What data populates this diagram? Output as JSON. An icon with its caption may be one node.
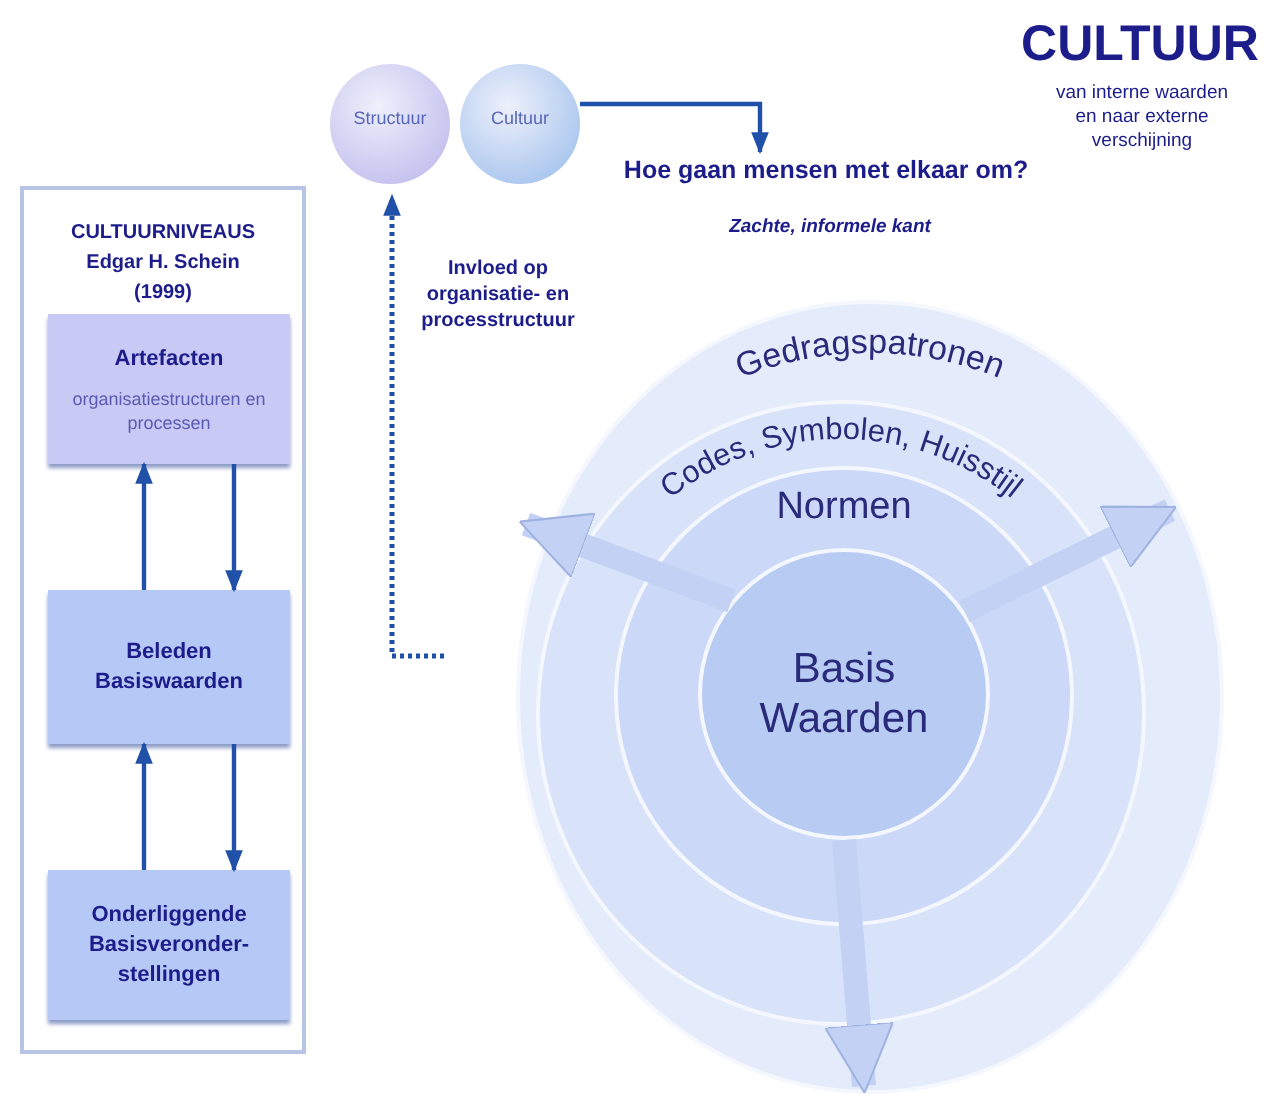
{
  "diagram": {
    "title": "CULTUUR",
    "nodes": [
      {
        "text": [
          "CULTUURNIVEAUS Edgar H. Schein (1999)"
        ]
      },
      {
        "text": [
          "Artefacten",
          "organisatiestructuren en processen"
        ],
        "in": 0
      },
      {
        "text": [
          "Beleden Basiswaarden"
        ],
        "in": 0
      },
      {
        "text": [
          "Onderliggende Basisveronder- stellingen"
        ],
        "in": 0
      },
      {
        "text": [
          "Structuur"
        ]
      },
      {
        "text": [
          "Cultuur"
        ]
      },
      {
        "text": [
          "Hoe gaan mensen met elkaar om?"
        ]
      },
      {
        "text": [
          "Gedragspatronen"
        ]
      },
      {
        "text": [
          "Codes, Symbolen, Huisstijl"
        ],
        "in": 7
      },
      {
        "text": [
          "Normen"
        ],
        "in": 8
      },
      {
        "text": [
          "Basis Waarden"
        ],
        "in": 9
      }
    ],
    "edges": [
      {
        "from": 2,
        "to": 1,
        "arrow": "to"
      },
      {
        "from": 1,
        "to": 2,
        "arrow": "to"
      },
      {
        "from": 3,
        "to": 2,
        "arrow": "to"
      },
      {
        "from": 2,
        "to": 3,
        "arrow": "to"
      },
      {
        "from": 5,
        "to": 6,
        "arrow": "to"
      },
      {
        "from": null,
        "to": 4,
        "arrow": "to",
        "style": "dashed",
        "label": "Invloed op organisatie- en processtructuur"
      },
      {
        "from": 10,
        "to": null,
        "arrow": "to",
        "style": "thick",
        "color": "#c3d2f4"
      },
      {
        "from": 10,
        "to": null,
        "arrow": "to",
        "style": "thick",
        "color": "#c3d2f4"
      },
      {
        "from": 10,
        "to": null,
        "arrow": "to",
        "style": "thick",
        "color": "#c3d2f4"
      }
    ],
    "labels": [
      "van interne waarden en naar externe verschijning",
      "Zachte, informele kant"
    ]
  }
}
